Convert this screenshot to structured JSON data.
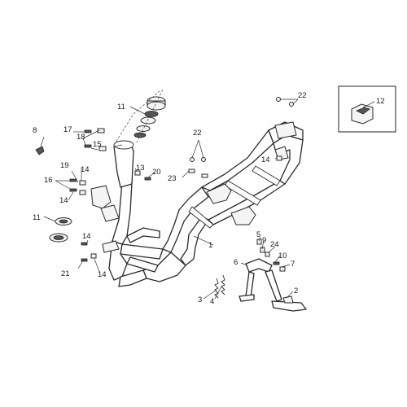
{
  "labels": {
    "l1": "1",
    "l2": "2",
    "l3": "3",
    "l4": "4",
    "l5": "5",
    "l6": "6",
    "l7": "7",
    "l8": "8",
    "l9": "9",
    "l10": "10",
    "l11a": "11",
    "l11b": "11",
    "l12": "12",
    "l13": "13",
    "l14a": "14",
    "l14b": "14",
    "l14c": "14",
    "l14d": "14",
    "l15": "15",
    "l16": "16",
    "l17": "17",
    "l18": "18",
    "l19": "19",
    "l20": "20",
    "l21": "21",
    "l22a": "22",
    "l22b": "22",
    "l23": "23",
    "l24": "24"
  }
}
